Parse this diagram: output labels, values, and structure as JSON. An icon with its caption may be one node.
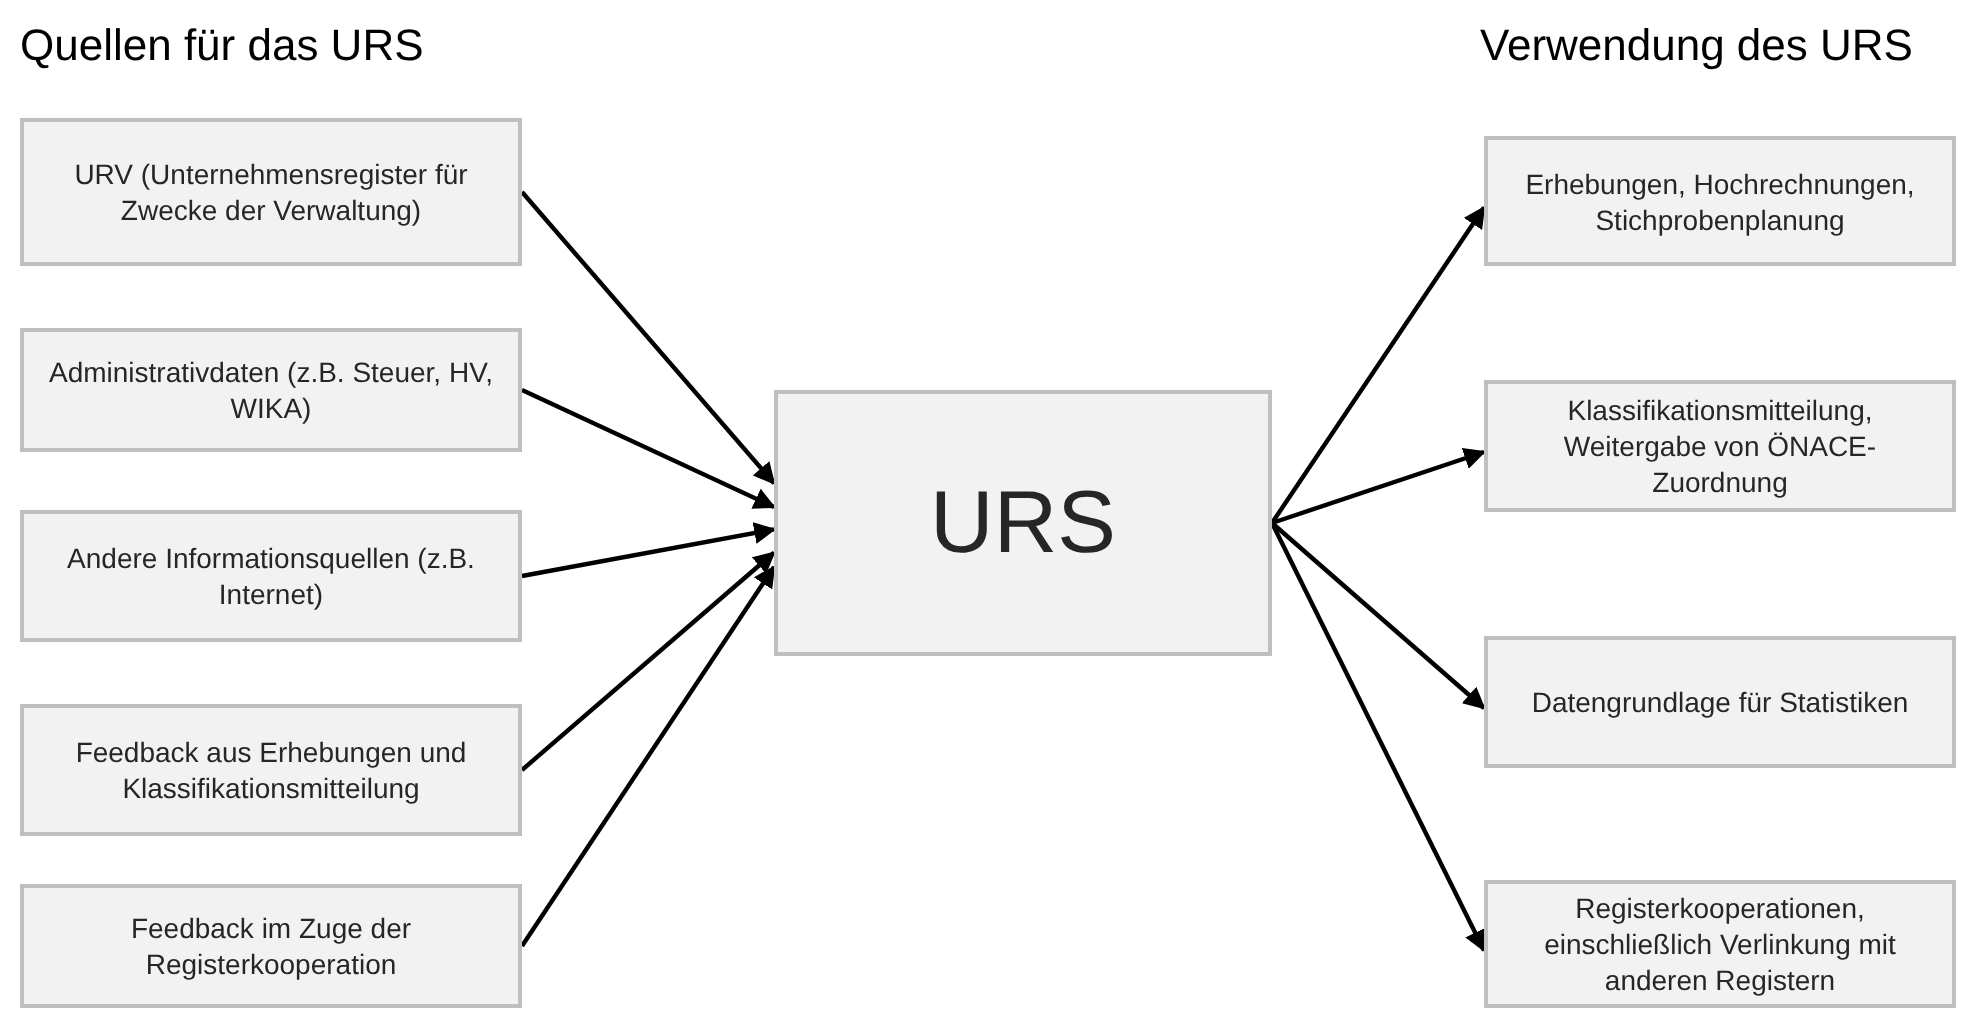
{
  "diagram": {
    "nodes": [
      {
        "text": [
          "URV (Unternehmensregister für Zwecke der Verwaltung)"
        ]
      },
      {
        "text": [
          "Administrativdaten (z.B. Steuer, HV, WIKA)"
        ]
      },
      {
        "text": [
          "Andere Informationsquellen (z.B. Internet)"
        ]
      },
      {
        "text": [
          "Feedback aus Erhebungen und Klassifikationsmitteilung"
        ]
      },
      {
        "text": [
          "Feedback im Zuge der Registerkooperation"
        ]
      },
      {
        "text": [
          "URS"
        ]
      },
      {
        "text": [
          "Erhebungen, Hochrechnungen, Stichprobenplanung"
        ]
      },
      {
        "text": [
          "Klassifikationsmitteilung, Weitergabe von ÖNACE-Zuordnung"
        ]
      },
      {
        "text": [
          "Datengrundlage für Statistiken"
        ]
      },
      {
        "text": [
          "Registerkooperationen, einschließlich Verlinkung mit anderen Registern"
        ]
      }
    ],
    "edges": [
      {
        "from": 0,
        "to": 5,
        "arrow": "to"
      },
      {
        "from": 1,
        "to": 5,
        "arrow": "to"
      },
      {
        "from": 2,
        "to": 5,
        "arrow": "to"
      },
      {
        "from": 3,
        "to": 5,
        "arrow": "to"
      },
      {
        "from": 4,
        "to": 5,
        "arrow": "to"
      },
      {
        "from": 5,
        "to": 6,
        "arrow": "to"
      },
      {
        "from": 5,
        "to": 7,
        "arrow": "to"
      },
      {
        "from": 5,
        "to": 8,
        "arrow": "to"
      },
      {
        "from": 5,
        "to": 9,
        "arrow": "to"
      }
    ],
    "labels": [
      "Quellen für das URS",
      "Verwendung des URS"
    ]
  }
}
